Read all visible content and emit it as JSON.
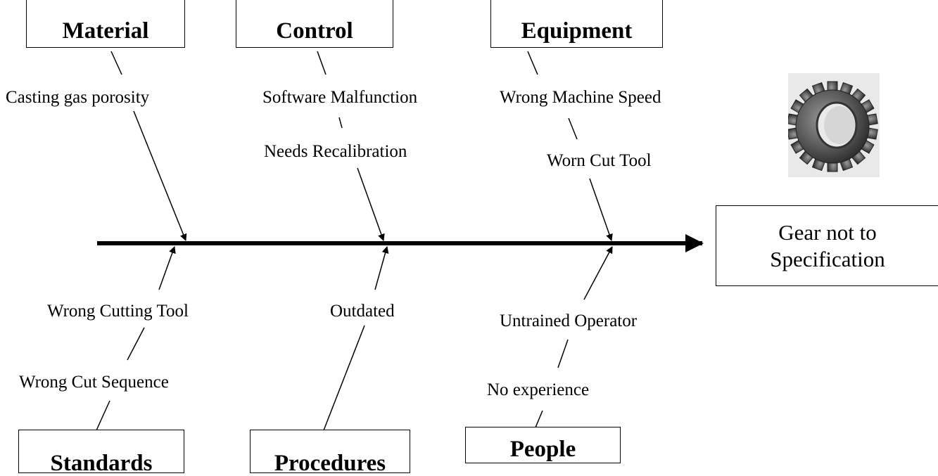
{
  "categories": {
    "material": "Material",
    "control": "Control",
    "equipment": "Equipment",
    "standards": "Standards",
    "procedures": "Procedures",
    "people": "People"
  },
  "causes": {
    "casting_gas_porosity": "Casting gas porosity",
    "software_malfunction": "Software Malfunction",
    "needs_recalibration": "Needs Recalibration",
    "wrong_machine_speed": "Wrong Machine Speed",
    "worn_cut_tool": "Worn Cut Tool",
    "wrong_cutting_tool": "Wrong Cutting Tool",
    "wrong_cut_sequence": "Wrong Cut Sequence",
    "outdated": "Outdated",
    "untrained_operator": "Untrained Operator",
    "no_experience": "No experience"
  },
  "effect": {
    "line1": "Gear not to",
    "line2": "Specification"
  },
  "colors": {
    "line": "#000000",
    "gear_metal": "#555555"
  }
}
